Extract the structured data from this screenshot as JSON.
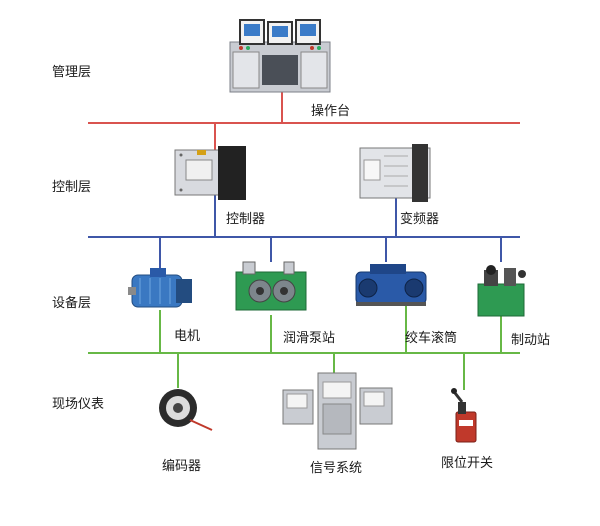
{
  "layers": {
    "management": "管理层",
    "control": "控制层",
    "equipment": "设备层",
    "field": "现场仪表"
  },
  "nodes": {
    "console": "操作台",
    "controller": "控制器",
    "inverter": "变频器",
    "motor": "电机",
    "lube_station": "润滑泵站",
    "winch_drum": "绞车滚筒",
    "brake_station": "制动站",
    "encoder": "编码器",
    "signal_system": "信号系统",
    "limit_switch": "限位开关"
  },
  "colors": {
    "management_bus": "#d9534f",
    "control_bus": "#3f57a8",
    "equipment_bus": "#67b846",
    "device_gray": "#c9ccd2",
    "device_blue": "#2a5aa8",
    "device_green": "#2e9a52"
  }
}
